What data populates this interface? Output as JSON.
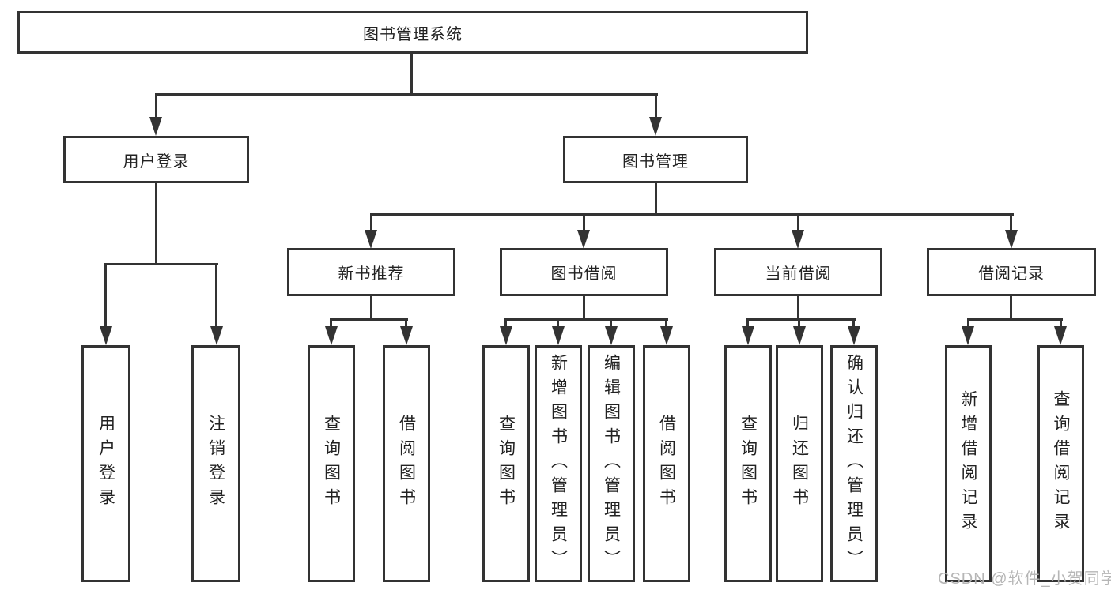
{
  "diagram": {
    "root": {
      "label": "图书管理系统"
    },
    "level2": [
      {
        "label": "用户登录"
      },
      {
        "label": "图书管理"
      }
    ],
    "level3": [
      {
        "label": "新书推荐"
      },
      {
        "label": "图书借阅"
      },
      {
        "label": "当前借阅"
      },
      {
        "label": "借阅记录"
      }
    ],
    "leaves": [
      {
        "label": "用户登录"
      },
      {
        "label": "注销登录"
      },
      {
        "label": "查询图书"
      },
      {
        "label": "借阅图书"
      },
      {
        "label": "查询图书"
      },
      {
        "label": "新增图书（管理员）"
      },
      {
        "label": "编辑图书（管理员）"
      },
      {
        "label": "借阅图书"
      },
      {
        "label": "查询图书"
      },
      {
        "label": "归还图书"
      },
      {
        "label": "确认归还（管理员）"
      },
      {
        "label": "新增借阅记录"
      },
      {
        "label": "查询借阅记录"
      }
    ],
    "watermark": "CSDN @软件_小贺同学",
    "colors": {
      "line": "#333333",
      "text": "#222222",
      "watermark": "#b2b2b2",
      "background": "#ffffff"
    }
  }
}
